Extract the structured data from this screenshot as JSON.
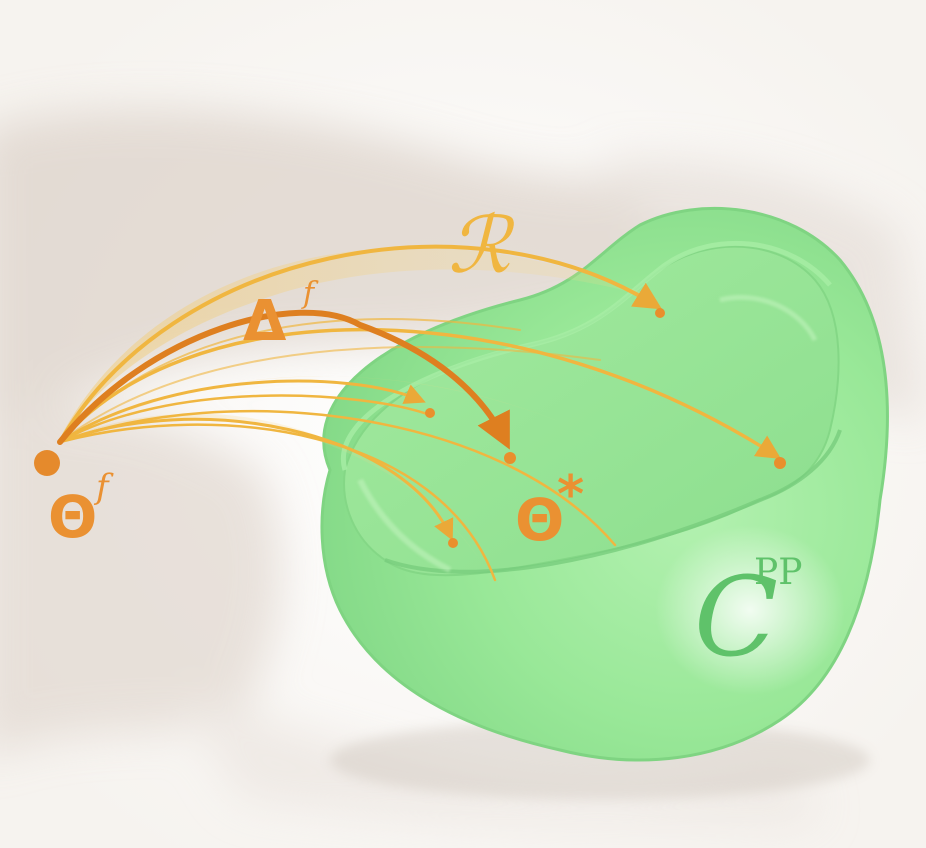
{
  "labels": {
    "theta_f_base": "Θ",
    "theta_f_sup": "f",
    "delta_base": "Δ",
    "delta_sup": "f",
    "r_label": "ℛ",
    "theta_star_base": "Θ",
    "theta_star_sup": "*",
    "c_base": "C",
    "c_sup": "PP"
  },
  "colors": {
    "orange": "#ea9132",
    "orange_dark": "#de7f20",
    "gold": "#f0b640",
    "gold_light": "#f7d37a",
    "green_body": "#96e896",
    "green_inner": "#87dd87",
    "green_text": "#5fc26a",
    "smudge": "#d9cfc6"
  }
}
